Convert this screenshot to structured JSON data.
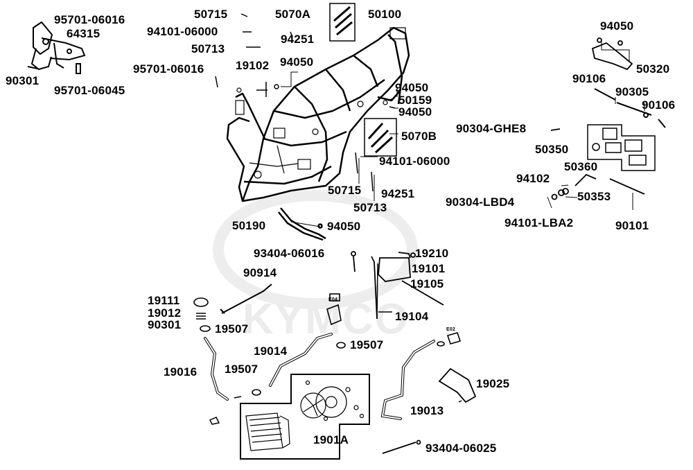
{
  "diagram": {
    "watermark_text": "KYMCO",
    "small_tags": [
      "E04",
      "E02"
    ],
    "labels": {
      "p95701_06016_a": "95701-06016",
      "p64315": "64315",
      "p90301_a": "90301",
      "p95701_06045": "95701-06045",
      "p50715_a": "50715",
      "p94101_06000_a": "94101-06000",
      "p50713_a": "50713",
      "p5070A": "5070A",
      "p94251_a": "94251",
      "p50100": "50100",
      "p95701_06016_b": "95701-06016",
      "p19102": "19102",
      "p94050_a": "94050",
      "p94050_b": "94050",
      "p50159": "50159",
      "p94050_c": "94050",
      "p5070B": "5070B",
      "p94101_06000_b": "94101-06000",
      "p50715_b": "50715",
      "p94251_b": "94251",
      "p50713_b": "50713",
      "p50190": "50190",
      "p94050_d": "94050",
      "p94050_e": "94050",
      "p50320": "50320",
      "p90106_a": "90106",
      "p90305": "90305",
      "p90106_b": "90106",
      "p90304_GHE8": "90304-GHE8",
      "p50350": "50350",
      "p50360": "50360",
      "p94102": "94102",
      "p90304_LBD4": "90304-LBD4",
      "p50353": "50353",
      "p94101_LBA2": "94101-LBA2",
      "p90101": "90101",
      "p93404_06016": "93404-06016",
      "p19210": "19210",
      "p19101": "19101",
      "p19105": "19105",
      "p90914": "90914",
      "p19111": "19111",
      "p19012": "19012",
      "p90301_b": "90301",
      "p19507_a": "19507",
      "p19104": "19104",
      "p19014": "19014",
      "p19507_b": "19507",
      "p19016": "19016",
      "p19507_c": "19507",
      "p19025": "19025",
      "p19013": "19013",
      "p1901A": "1901A",
      "p93404_06025": "93404-06025"
    }
  }
}
